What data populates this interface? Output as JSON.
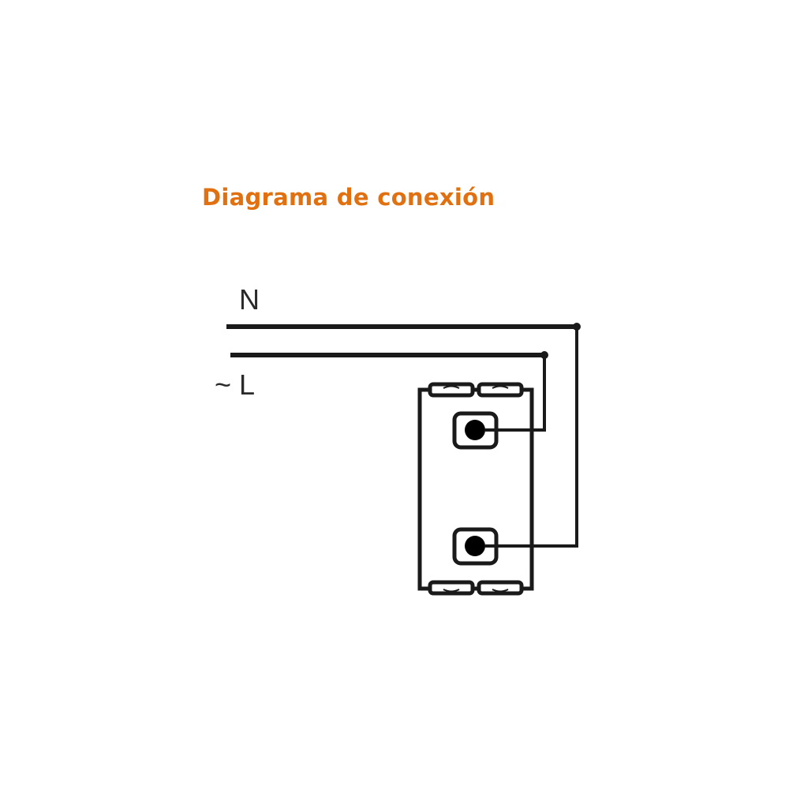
{
  "title": "Diagrama de conexión",
  "labels": {
    "neutral": "N",
    "line": "~ L"
  },
  "colors": {
    "title": "#e07010",
    "wire": "#1a1a1a"
  },
  "diagram": {
    "wires": [
      {
        "name": "neutral",
        "label": "N"
      },
      {
        "name": "line",
        "label": "~ L"
      }
    ],
    "device": {
      "type": "single switch module",
      "terminals": 2
    }
  }
}
